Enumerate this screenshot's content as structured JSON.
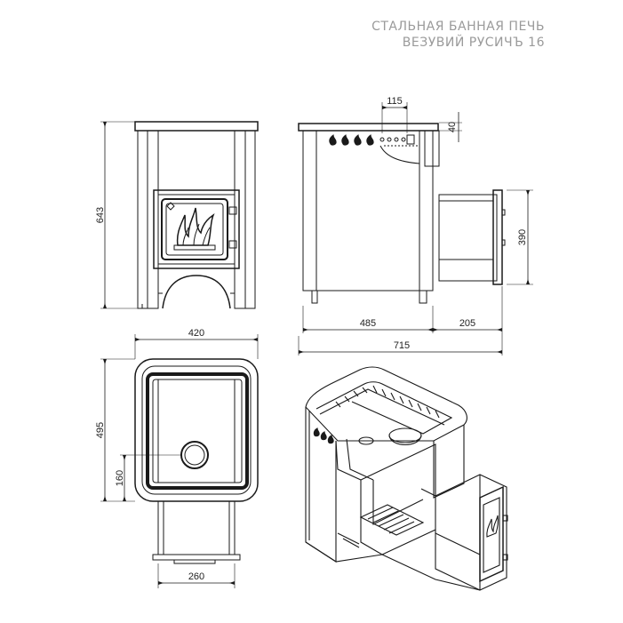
{
  "title": {
    "line1": "СТАЛЬНАЯ БАННАЯ ПЕЧЬ",
    "line2": "ВЕЗУВИЙ РУСИЧЪ 16"
  },
  "dimensions": {
    "front_height": "643",
    "side_top_offset": "115",
    "side_top_height": "40",
    "tunnel_height": "390",
    "side_body_width": "485",
    "tunnel_length": "205",
    "total_length": "715",
    "plan_width": "420",
    "plan_depth": "495",
    "plan_offset": "160",
    "tunnel_width": "260"
  },
  "colors": {
    "line": "#1a1a1a",
    "title": "#9a9a9a"
  }
}
